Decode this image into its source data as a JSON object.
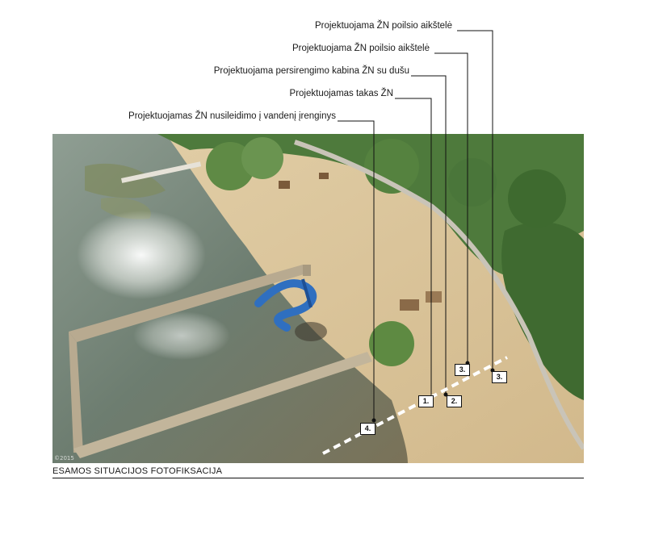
{
  "callouts": [
    {
      "id": "1",
      "label": "Projektuojama ŽN poilsio aikštelė"
    },
    {
      "id": "2",
      "label": "Projektuojama ŽN poilsio aikštelė"
    },
    {
      "id": "3",
      "label": "Projektuojama persirengimo kabina ŽN su dušu"
    },
    {
      "id": "4",
      "label": "Projektuojamas takas ŽN"
    },
    {
      "id": "5",
      "label": "Projektuojamas ŽN nusileidimo į vandenį įrenginys"
    }
  ],
  "markers": [
    "1.",
    "2.",
    "3.",
    "3.",
    "4."
  ],
  "caption": "ESAMOS SITUACIJOS FOTOFIKSACIJA",
  "photo": {
    "watermark": "©2015",
    "colors": {
      "water": "#6d7d70",
      "sand": "#d8c39a",
      "trees": "#4e7a3c",
      "pier": "#b8aa90",
      "slide": "#2f6fc0"
    }
  }
}
